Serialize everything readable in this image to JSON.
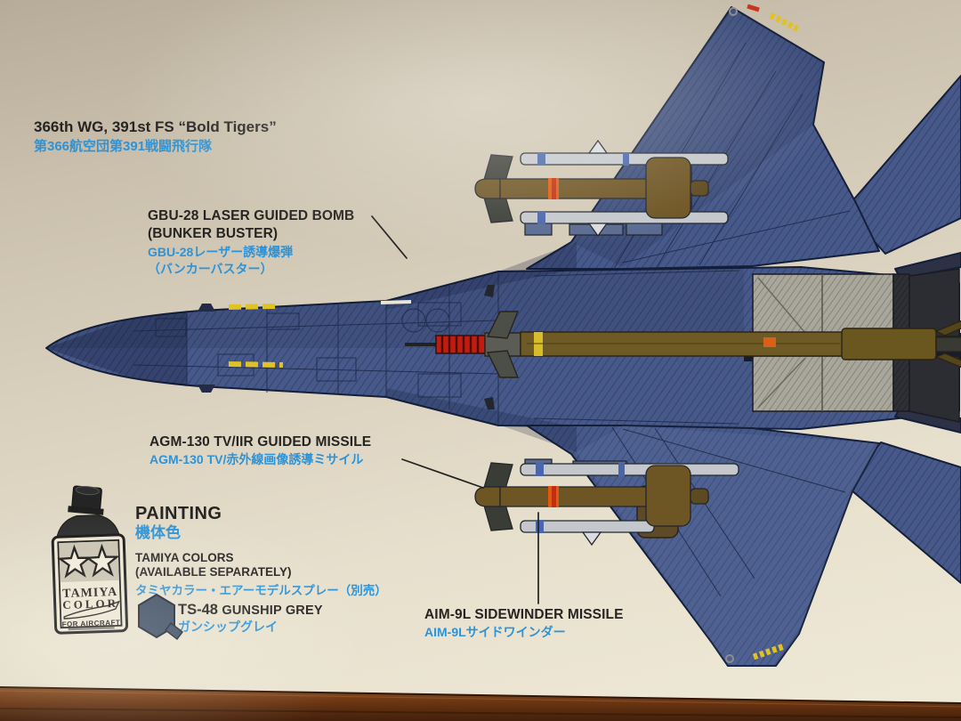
{
  "photo": {
    "paper_color_top": "#b7ac99",
    "paper_color_bottom": "#efe9d7",
    "wood_table_color": "#6f3d18",
    "text_black": "#262422",
    "text_blue": "#2e93d6",
    "aircraft_blue": "#47598b",
    "weapon_brown": "#6e5524"
  },
  "squadron": {
    "en": "366th WG, 391st FS “Bold Tigers”",
    "ja": "第366航空団第391戦闘飛行隊"
  },
  "callouts": {
    "gbu28": {
      "en1": "GBU-28 LASER GUIDED BOMB",
      "en2": "(BUNKER BUSTER)",
      "ja1": "GBU-28レーザー誘導爆弾",
      "ja2": "（バンカーバスター）"
    },
    "agm130": {
      "en": "AGM-130 TV/IIR GUIDED MISSILE",
      "ja": "AGM-130 TV/赤外線画像誘導ミサイル"
    },
    "aim9l": {
      "en": "AIM-9L SIDEWINDER MISSILE",
      "ja": "AIM-9Lサイドワインダー"
    }
  },
  "painting": {
    "heading_en": "PAINTING",
    "heading_ja": "機体色",
    "note_en1": "TAMIYA COLORS",
    "note_en2": "(AVAILABLE SEPARATELY)",
    "note_ja": "タミヤカラー・エアーモデルスプレー（別売）",
    "paint_code": "TS-48",
    "paint_name_en": "GUNSHIP GREY",
    "paint_name_ja": "ガンシップグレイ",
    "swatch_color": "#3c4c62"
  },
  "spray_can": {
    "brand1": "TAMIYA",
    "brand2": "COLOR",
    "for_line": "FOR AIRCRAFT"
  }
}
